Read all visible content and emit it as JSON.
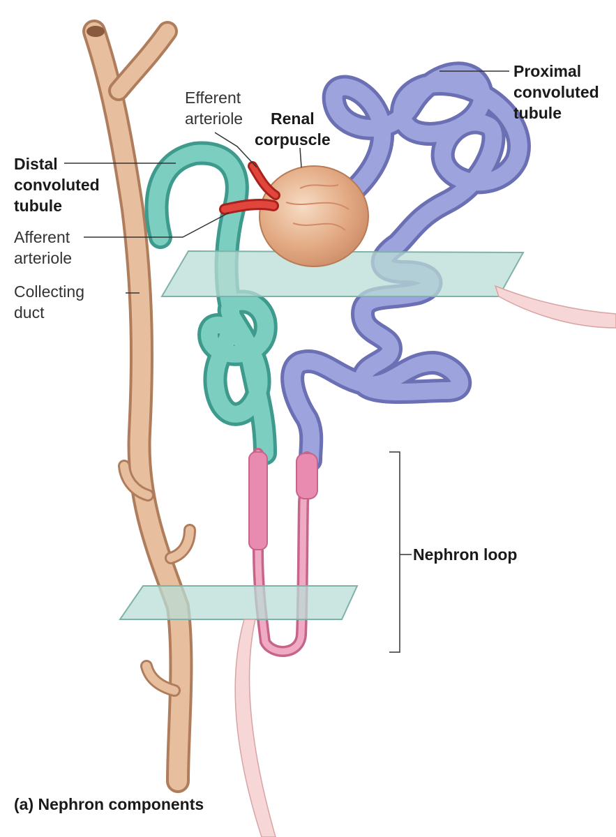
{
  "labels": {
    "efferent_arteriole": [
      "Efferent",
      "arteriole"
    ],
    "renal_corpuscle": [
      "Renal",
      "corpuscle"
    ],
    "proximal_convoluted_tubule": [
      "Proximal",
      "convoluted",
      "tubule"
    ],
    "distal_convoluted_tubule": [
      "Distal",
      "convoluted",
      "tubule"
    ],
    "afferent_arteriole": [
      "Afferent",
      "arteriole"
    ],
    "collecting_duct": [
      "Collecting",
      "duct"
    ],
    "nephron_loop": "Nephron loop"
  },
  "caption": "(a) Nephron components",
  "colors": {
    "collecting_duct": "#d9b08f",
    "distal_tubule": "#6fbfb1",
    "proximal_tubule": "#8c93cf",
    "nephron_loop": "#e796b2",
    "corpuscle": "#e6b48e",
    "arteriole": "#d9362f",
    "section_plane": "#b9dcd5"
  }
}
